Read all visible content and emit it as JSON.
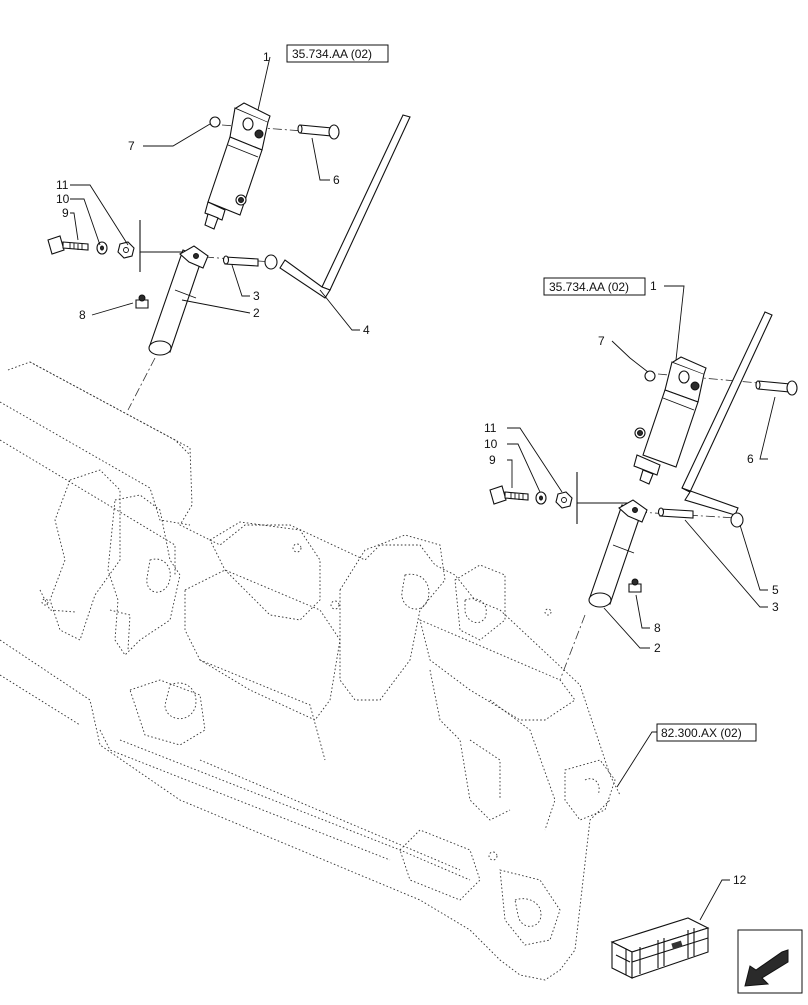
{
  "callouts": {
    "c1": "1",
    "c2": "2",
    "c3": "3",
    "c4": "4",
    "c5": "5",
    "c6": "6",
    "c7": "7",
    "c8": "8",
    "c9": "9",
    "c10": "10",
    "c11": "11",
    "c12": "12"
  },
  "references": {
    "ref_left": "35.734.AA (02)",
    "ref_right": "35.734.AA (02)",
    "ref_frame": "82.300.AX (02)"
  },
  "icons": {
    "kit_box": "crate-icon",
    "nav": "arrow-icon"
  }
}
